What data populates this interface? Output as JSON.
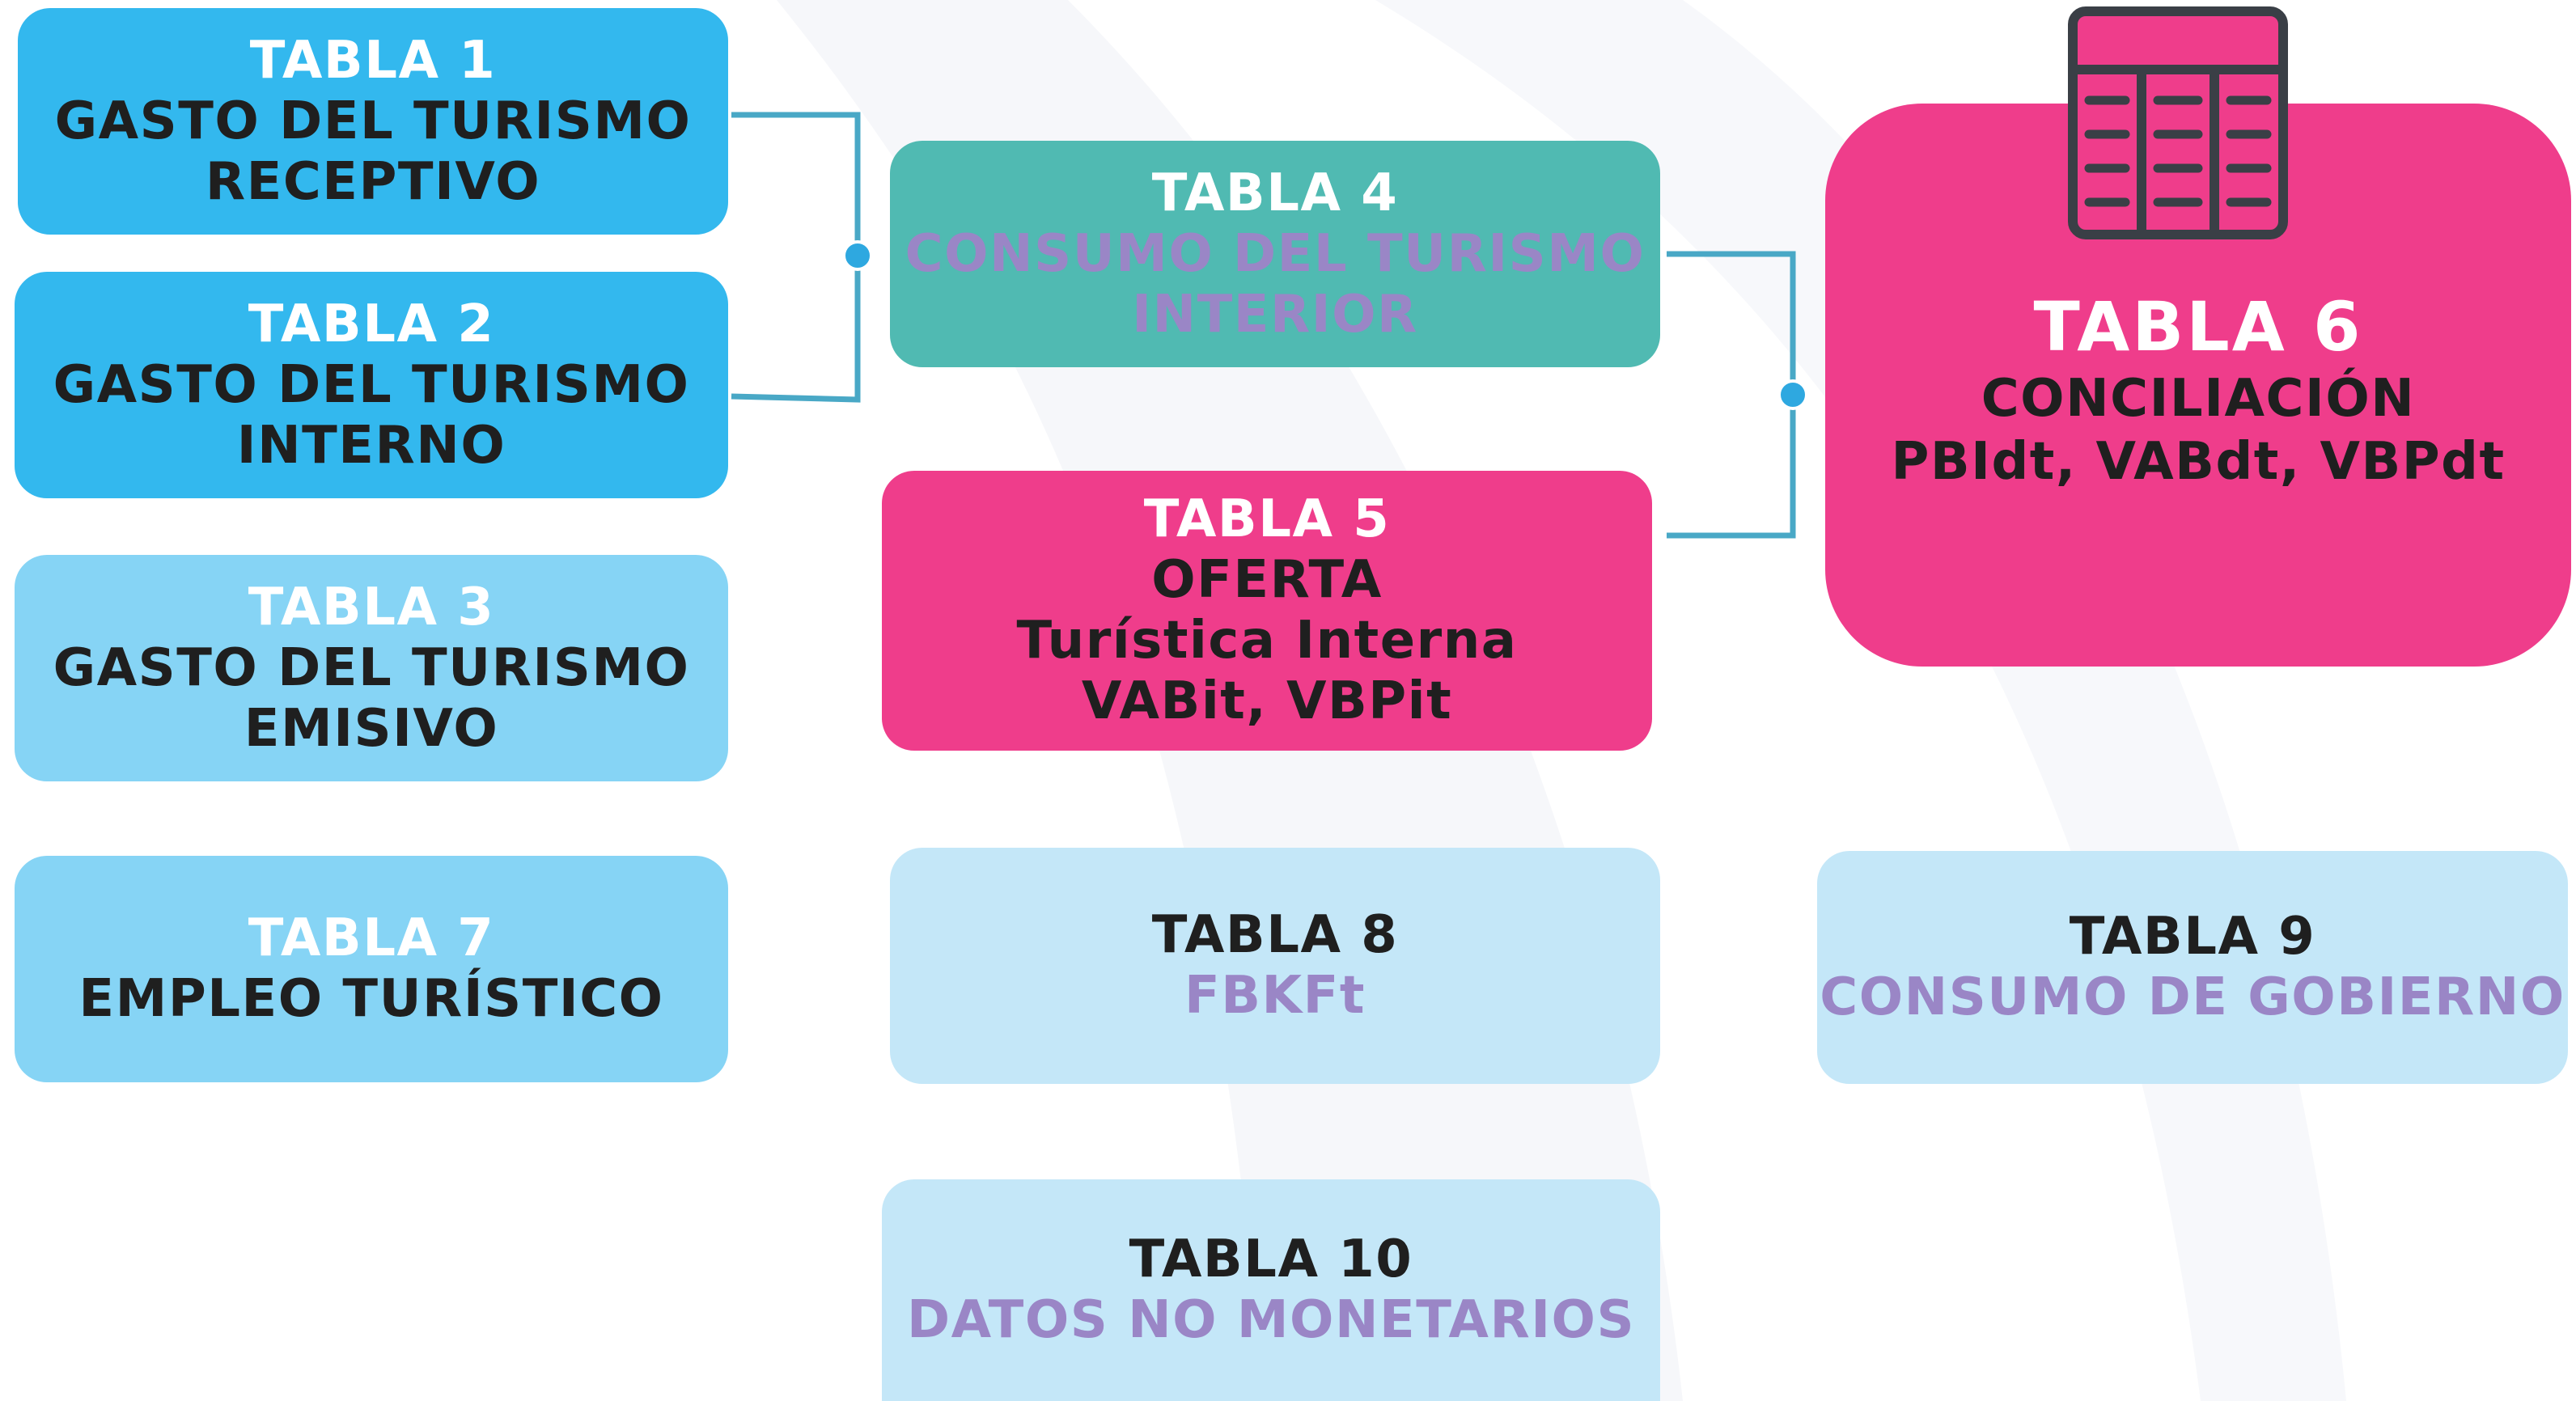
{
  "colors": {
    "blue": "#33b8ee",
    "light_blue": "#86d4f5",
    "pale_blue": "#c4e7f8",
    "teal": "#50bab2",
    "pink": "#ef3d8b",
    "connector": "#49a8c6",
    "purple_text": "#9a86c6"
  },
  "icons": {
    "table": "spreadsheet-table-icon"
  },
  "boxes": {
    "t1": {
      "title": "TABLA 1",
      "line1": "GASTO DEL TURISMO",
      "line2": "RECEPTIVO"
    },
    "t2": {
      "title": "TABLA 2",
      "line1": "GASTO DEL TURISMO",
      "line2": "INTERNO"
    },
    "t3": {
      "title": "TABLA 3",
      "line1": "GASTO DEL TURISMO",
      "line2": "EMISIVO"
    },
    "t4": {
      "title": "TABLA 4",
      "line1": "CONSUMO DEL TURISMO",
      "line2": "INTERIOR"
    },
    "t5": {
      "title": "TABLA 5",
      "line1": "OFERTA",
      "line2": "Turística Interna",
      "line3": "VABit, VBPit"
    },
    "t6": {
      "title": "TABLA 6",
      "line1": "CONCILIACIÓN",
      "line2": "PBIdt, VABdt, VBPdt"
    },
    "t7": {
      "title": "TABLA 7",
      "line1": "EMPLEO TURÍSTICO"
    },
    "t8": {
      "title": "TABLA 8",
      "line1": "FBKFt"
    },
    "t9": {
      "title": "TABLA 9",
      "line1": "CONSUMO DE GOBIERNO"
    },
    "t10": {
      "title": "TABLA 10",
      "line1": "DATOS NO MONETARIOS"
    }
  }
}
